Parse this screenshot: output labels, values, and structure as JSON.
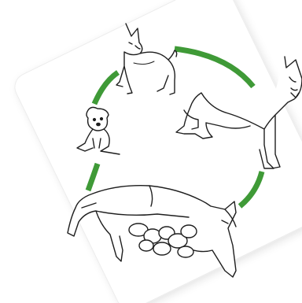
{
  "colors": {
    "card_background": "#ffffff",
    "page_background": "#ffffff",
    "cycle_arrow": "#3f9a37",
    "line_art": "#1e1e1e"
  },
  "stages": [
    {
      "name": "young-dog",
      "icon": "young-dog-icon"
    },
    {
      "name": "adult-dog",
      "icon": "adult-dog-icon"
    },
    {
      "name": "mother-nursing-puppies",
      "icon": "mother-dog-nursing-icon"
    },
    {
      "name": "puppy",
      "icon": "puppy-icon"
    }
  ]
}
